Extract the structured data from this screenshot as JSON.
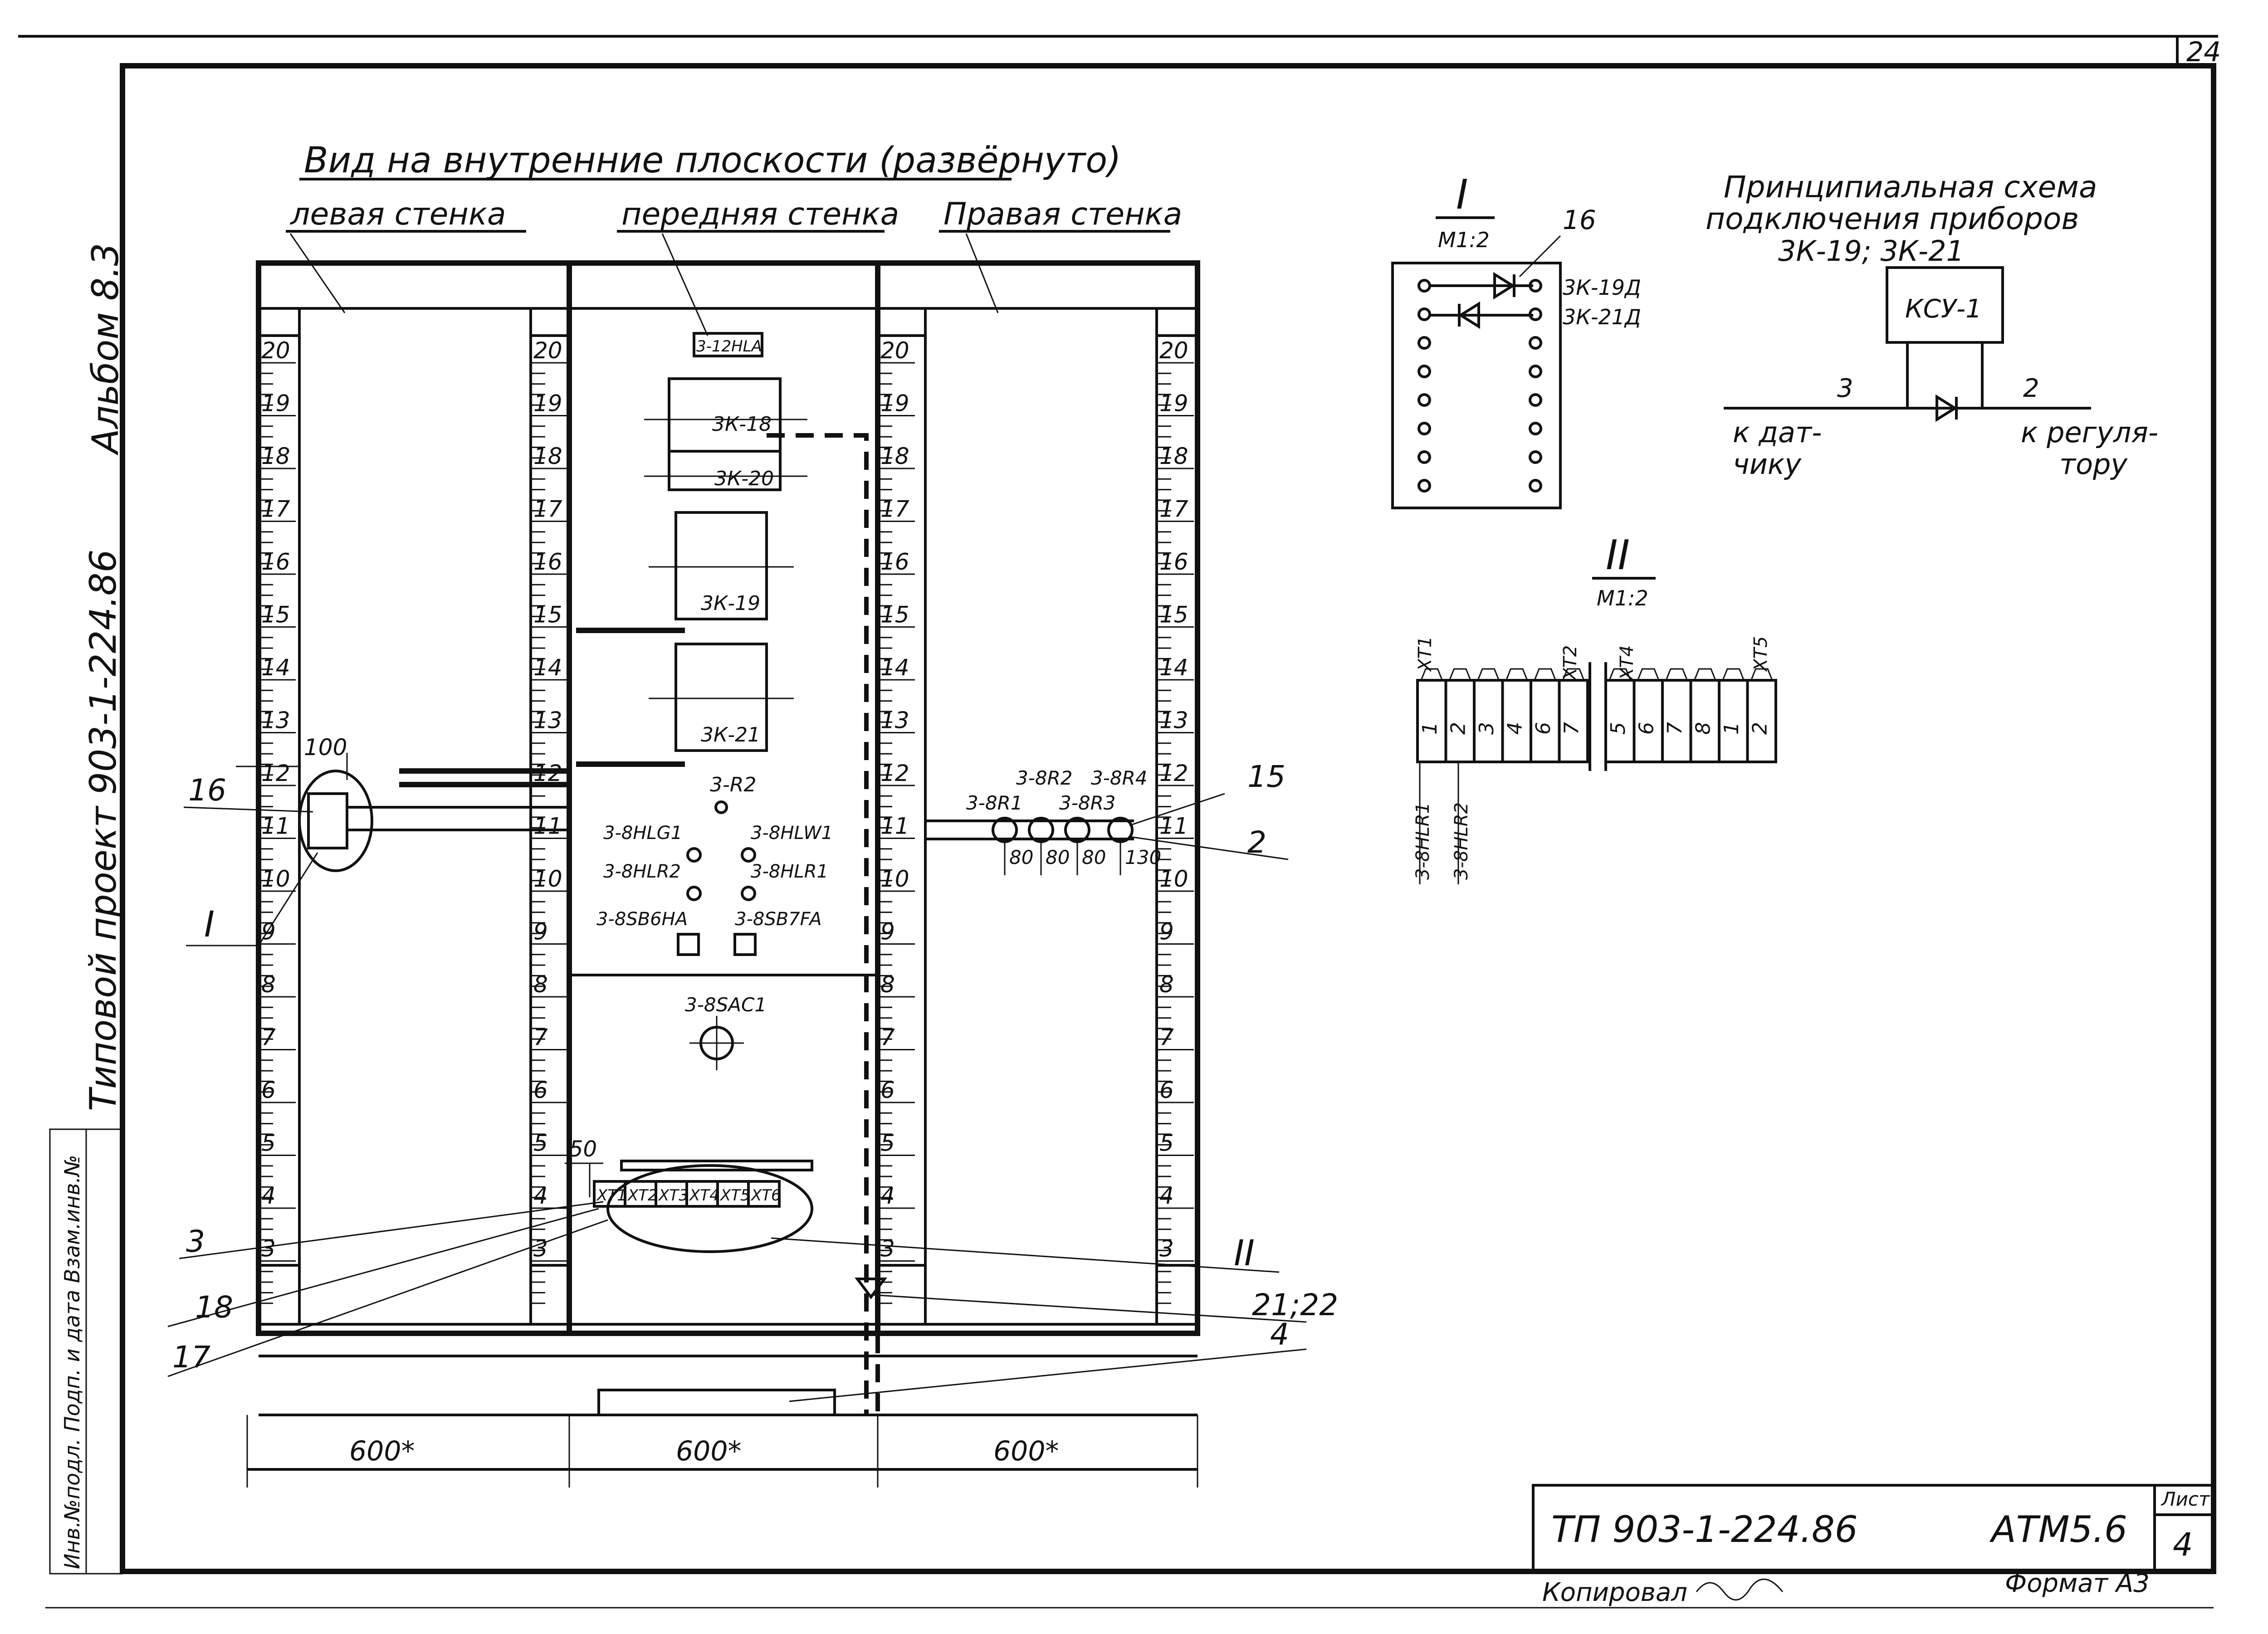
{
  "sheet_number_top": "24",
  "view_title": "Вид на внутренние плоскости (развёрнуто)",
  "walls": {
    "left": "левая стенка",
    "front": "передняя стенка",
    "right": "Правая стенка"
  },
  "side_texts": {
    "album": "Альбом 8.3",
    "project": "Типовой проект 903-1-224.86",
    "stamp": "Инв.№подл. Подп. и дата Взам.инв.№"
  },
  "rail_numbers": [
    "20",
    "19",
    "18",
    "17",
    "16",
    "15",
    "14",
    "13",
    "12",
    "11",
    "10",
    "9",
    "8",
    "7",
    "6",
    "5",
    "4",
    "3"
  ],
  "front_devices": {
    "top_block": "3-12HLA",
    "block1": "3К-18",
    "block2": "3К-20",
    "block3": "3К-19",
    "block4": "3К-21",
    "r2": "3-R2",
    "hlg1": "3-8HLG1",
    "hlw1": "3-8HLW1",
    "hlr2": "3-8HLR2",
    "hlr1": "3-8HLR1",
    "sb6": "3-8SB6HA",
    "sb7": "3-8SB7FA",
    "sac1": "3-8SAC1"
  },
  "right_devices": {
    "r1": "3-8R1",
    "r2": "3-8R2",
    "r3": "3-8R3",
    "r4": "3-8R4",
    "dims": [
      "80",
      "80",
      "80",
      "130"
    ]
  },
  "terminals": [
    "XT1",
    "XT2",
    "XT3",
    "XT4",
    "XT5",
    "XT6"
  ],
  "dims": {
    "d100": "100",
    "d50": "50",
    "widths": [
      "600*",
      "600*",
      "600*"
    ]
  },
  "callouts": {
    "c16": "16",
    "c1": "I",
    "c3a": "3",
    "c18": "18",
    "c17": "17",
    "c15": "15",
    "c2": "2",
    "c2roman": "II",
    "c2122": "21;22",
    "c4": "4"
  },
  "detail1": {
    "title": "I",
    "scale": "М1:2",
    "callout": "16",
    "label1": "3К-19Д",
    "label2": "3К-21Д"
  },
  "detail2": {
    "title": "II",
    "scale": "М1:2",
    "groups": [
      "XT1",
      "XT2",
      "XT4",
      "XT5"
    ],
    "cells": [
      "1",
      "2",
      "3",
      "4",
      "6",
      "7",
      "5",
      "6",
      "7",
      "8",
      "1",
      "2"
    ],
    "wires": [
      "3-8HLR1",
      "3-8HLR2"
    ]
  },
  "schematic": {
    "title_line1": "Принципиальная схема",
    "title_line2": "подключения приборов",
    "title_line3": "3К-19; 3К-21",
    "box": "КСУ-1",
    "n3": "3",
    "n2": "2",
    "left_label1": "к дат-",
    "left_label2": "чику",
    "right_label1": "к регуля-",
    "right_label2": "тору"
  },
  "title_block": {
    "doc": "ТП 903-1-224.86",
    "code": "АТМ5.6",
    "sheet_label": "Лист",
    "sheet_no": "4",
    "copied": "Копировал",
    "format": "Формат А3"
  }
}
